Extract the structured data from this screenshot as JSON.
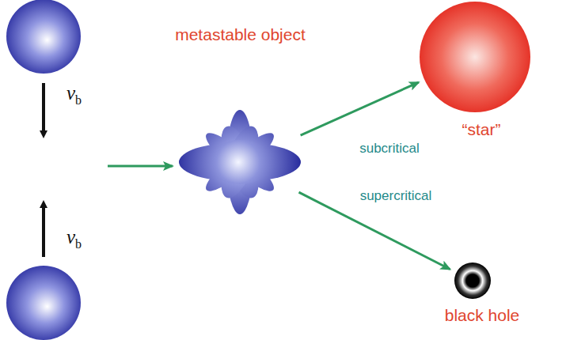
{
  "diagram": {
    "nodes": [
      {
        "text": [
          "metastable object"
        ]
      },
      {
        "text": [
          "“star”"
        ]
      },
      {
        "text": [
          "black hole"
        ]
      }
    ],
    "edges": [
      {
        "from": 0,
        "to": 1,
        "arrow": "to",
        "label": "subcritical"
      },
      {
        "from": 0,
        "to": 2,
        "arrow": "to",
        "label": "supercritical"
      }
    ],
    "labels": [
      "vb",
      "vb"
    ]
  }
}
